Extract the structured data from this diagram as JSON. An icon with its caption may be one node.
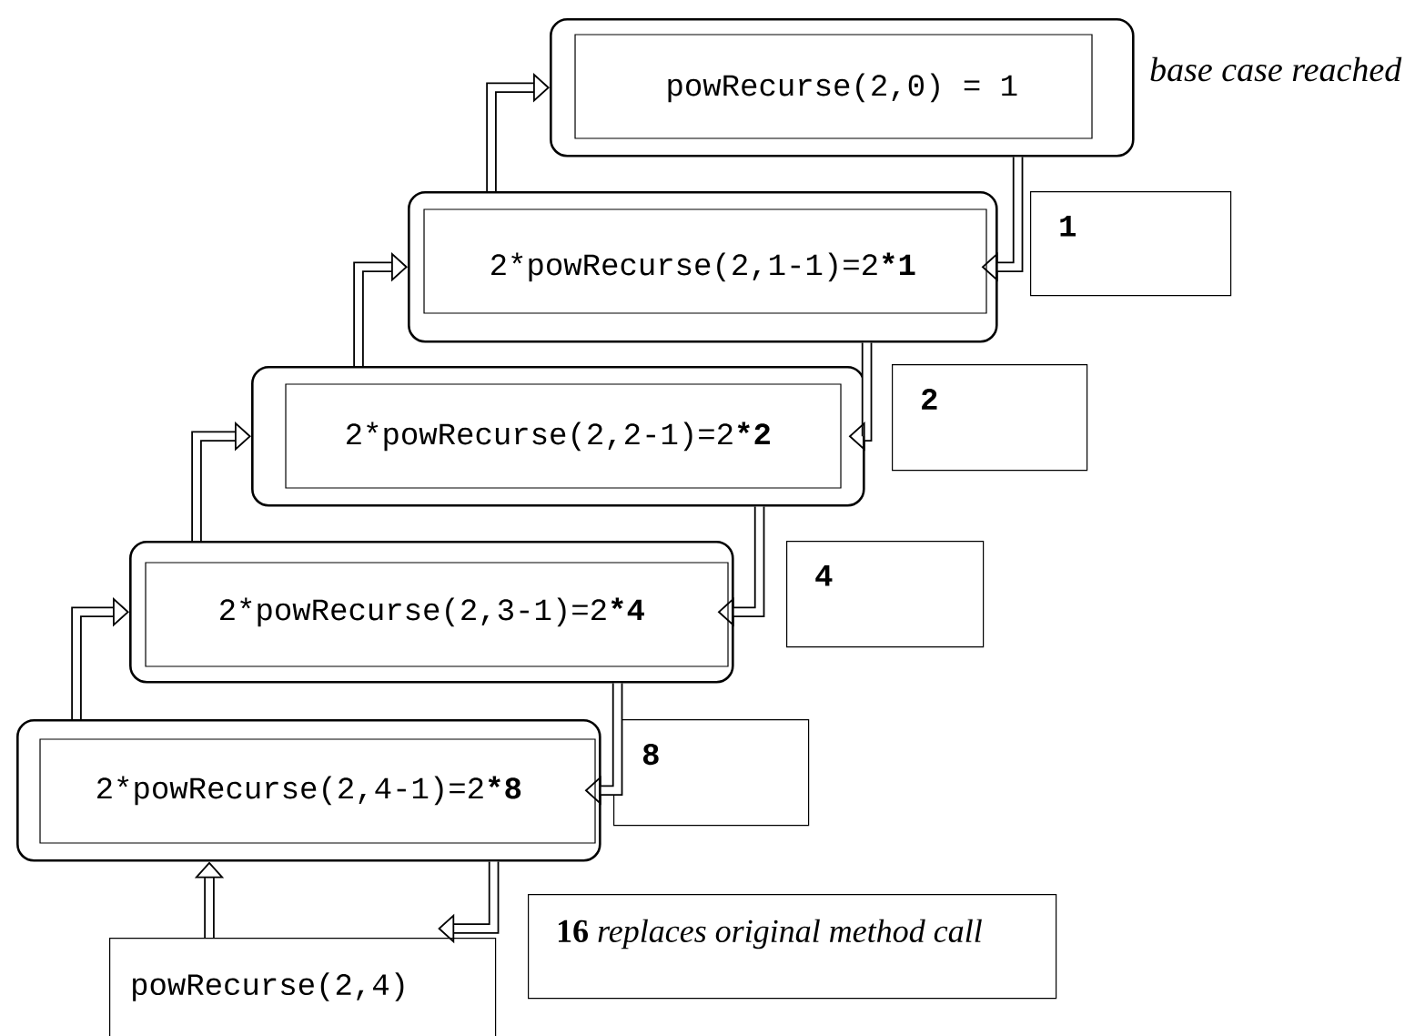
{
  "diagram": {
    "nodes": [
      {
        "text": [
          "powRecurse(2,0) = 1"
        ],
        "beside": [
          "base case reached"
        ]
      },
      {
        "text": [
          "2*powRecurse(2,1-1)=2***1**"
        ]
      },
      {
        "text": [
          "1"
        ]
      },
      {
        "text": [
          "2*powRecurse(2,2-1)=2***2**"
        ]
      },
      {
        "text": [
          "2"
        ]
      },
      {
        "text": [
          "2*powRecurse(2,3-1)=2***4**"
        ]
      },
      {
        "text": [
          "4"
        ]
      },
      {
        "text": [
          "2*powRecurse(2,4-1)=2***8**"
        ]
      },
      {
        "text": [
          "8"
        ]
      },
      {
        "text": [
          "powRecurse(2,4)"
        ]
      },
      {
        "text": [
          "**16** *replaces original method call*"
        ]
      }
    ],
    "edges": [
      {
        "from": 9,
        "to": 7,
        "arrow": "to"
      },
      {
        "from": 7,
        "to": 5,
        "arrow": "to"
      },
      {
        "from": 5,
        "to": 3,
        "arrow": "to"
      },
      {
        "from": 3,
        "to": 1,
        "arrow": "to"
      },
      {
        "from": 1,
        "to": 0,
        "arrow": "to"
      },
      {
        "from": 0,
        "to": 1,
        "arrow": "to"
      },
      {
        "from": 1,
        "to": 3,
        "arrow": "to"
      },
      {
        "from": 3,
        "to": 5,
        "arrow": "to"
      },
      {
        "from": 5,
        "to": 7,
        "arrow": "to"
      },
      {
        "from": 7,
        "to": 9,
        "arrow": "to"
      }
    ]
  }
}
